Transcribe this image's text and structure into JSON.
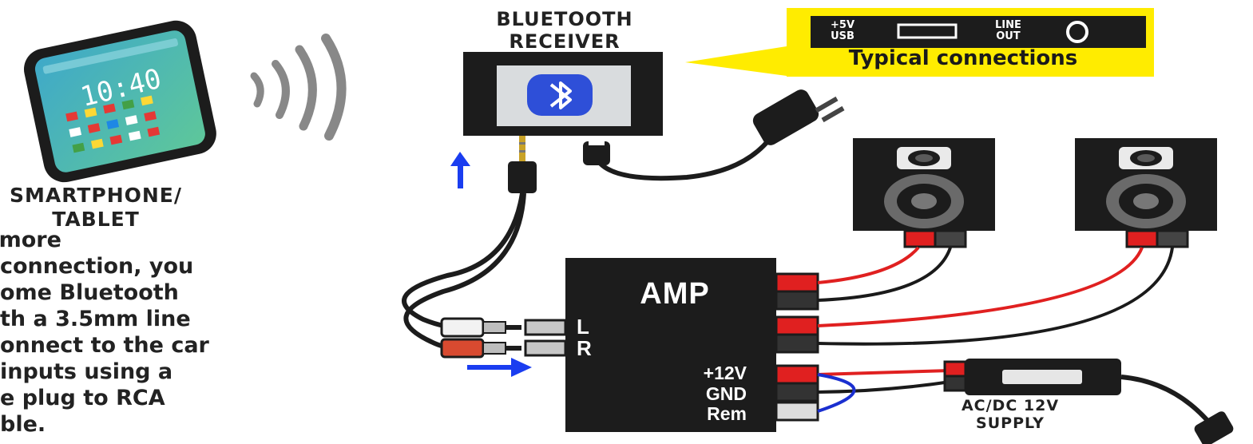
{
  "phone": {
    "clock": "10:40",
    "caption_line1": "SMARTPHONE/",
    "caption_line2": "TABLET"
  },
  "description": {
    "lines": [
      "n more",
      "connection, you",
      "ome Bluetooth",
      "th a 3.5mm line",
      "onnect to the car",
      "inputs using a",
      "e plug to RCA",
      "ble."
    ]
  },
  "bluetooth_receiver": {
    "caption_line1": "BLUETOOTH",
    "caption_line2": "RECEIVER",
    "icon": "bluetooth-icon"
  },
  "callout": {
    "port_usb_line1": "+5V",
    "port_usb_line2": "USB",
    "port_line_line1": "LINE",
    "port_line_line2": "OUT",
    "text": "Typical connections",
    "background": "#ffec00"
  },
  "amp": {
    "title": "AMP",
    "input_left": "L",
    "input_right": "R",
    "power_12v": "+12V",
    "ground": "GND",
    "remote": "Rem"
  },
  "supply": {
    "caption_line1": "AC/DC 12V",
    "caption_line2": "SUPPLY"
  },
  "colors": {
    "device_body": "#1c1c1c",
    "wire_positive": "#e02020",
    "wire_negative": "#1a1a1a",
    "wire_remote": "#1a2fd0",
    "arrow": "#1a3df0",
    "bluetooth": "#2e4fd8",
    "screen": "#4ab7a4"
  }
}
